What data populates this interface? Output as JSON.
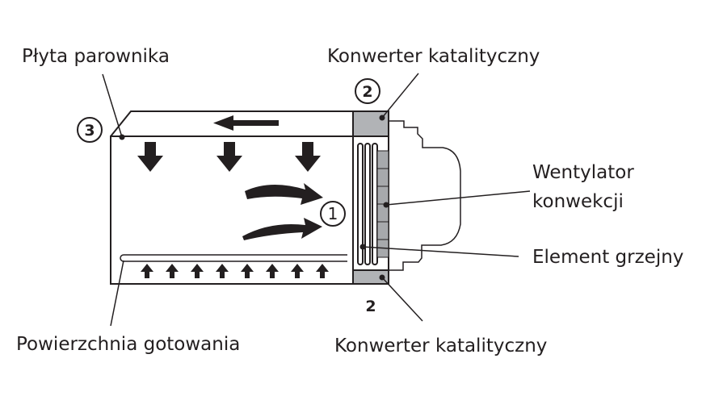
{
  "labels": {
    "evaporator_plate": "Płyta parownika",
    "catalytic_converter_top": "Konwerter katalityczny",
    "convection_fan_line1": "Wentylator",
    "convection_fan_line2": "konwekcji",
    "heating_element": "Element grzejny",
    "cooking_surface": "Powierzchnia gotowania",
    "catalytic_converter_bottom": "Konwerter katalityczny"
  },
  "markers": {
    "one": "1",
    "two_top": "2",
    "two_bottom": "2",
    "three": "3"
  },
  "colors": {
    "line": "#231f20",
    "converter_fill": "#b1b3b6",
    "fan_fill": "#a7a9ac"
  }
}
